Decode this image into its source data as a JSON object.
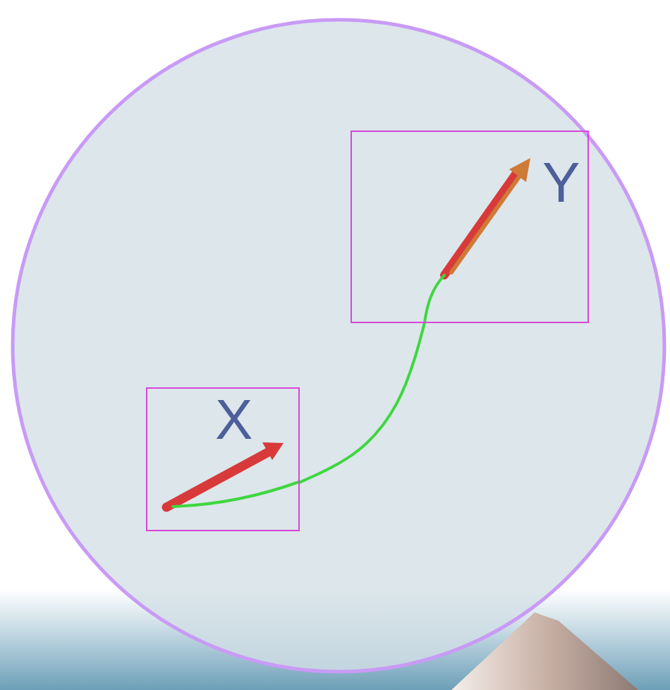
{
  "diagram": {
    "nodes": [
      {
        "text": [
          "X"
        ]
      },
      {
        "text": [
          "Y"
        ]
      }
    ],
    "edges": [
      {
        "from": 0,
        "to": 1,
        "arrow": "none"
      }
    ]
  }
}
